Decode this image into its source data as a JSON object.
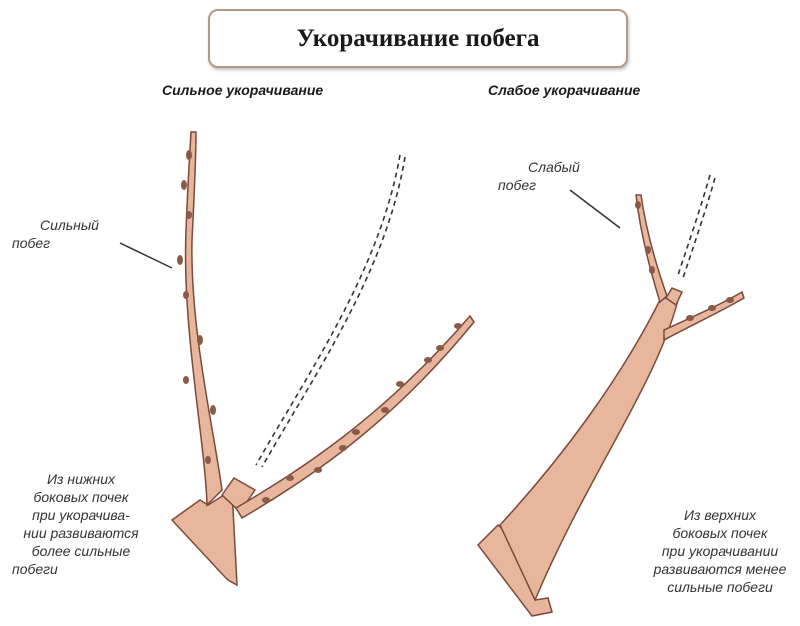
{
  "title": "Укорачивание побега",
  "left_panel": {
    "heading": "Сильное укорачивание",
    "callout": [
      "Сильный",
      "побег"
    ],
    "note": [
      "Из нижних",
      "боковых почек",
      "при укорачива-",
      "нии развиваются",
      "более сильные",
      "побеги"
    ]
  },
  "right_panel": {
    "heading": "Слабое укорачивание",
    "callout": [
      "Слабый",
      "побег"
    ],
    "note": [
      "Из верхних",
      "боковых почек",
      "при укорачивании",
      "развиваются менее",
      "сильные побеги"
    ]
  },
  "colors": {
    "branch_fill": "#e8b69c",
    "branch_stroke": "#7a4a3a",
    "bud": "#8a5a48",
    "cut_line": "#333333",
    "title_border": "#b39a86"
  }
}
